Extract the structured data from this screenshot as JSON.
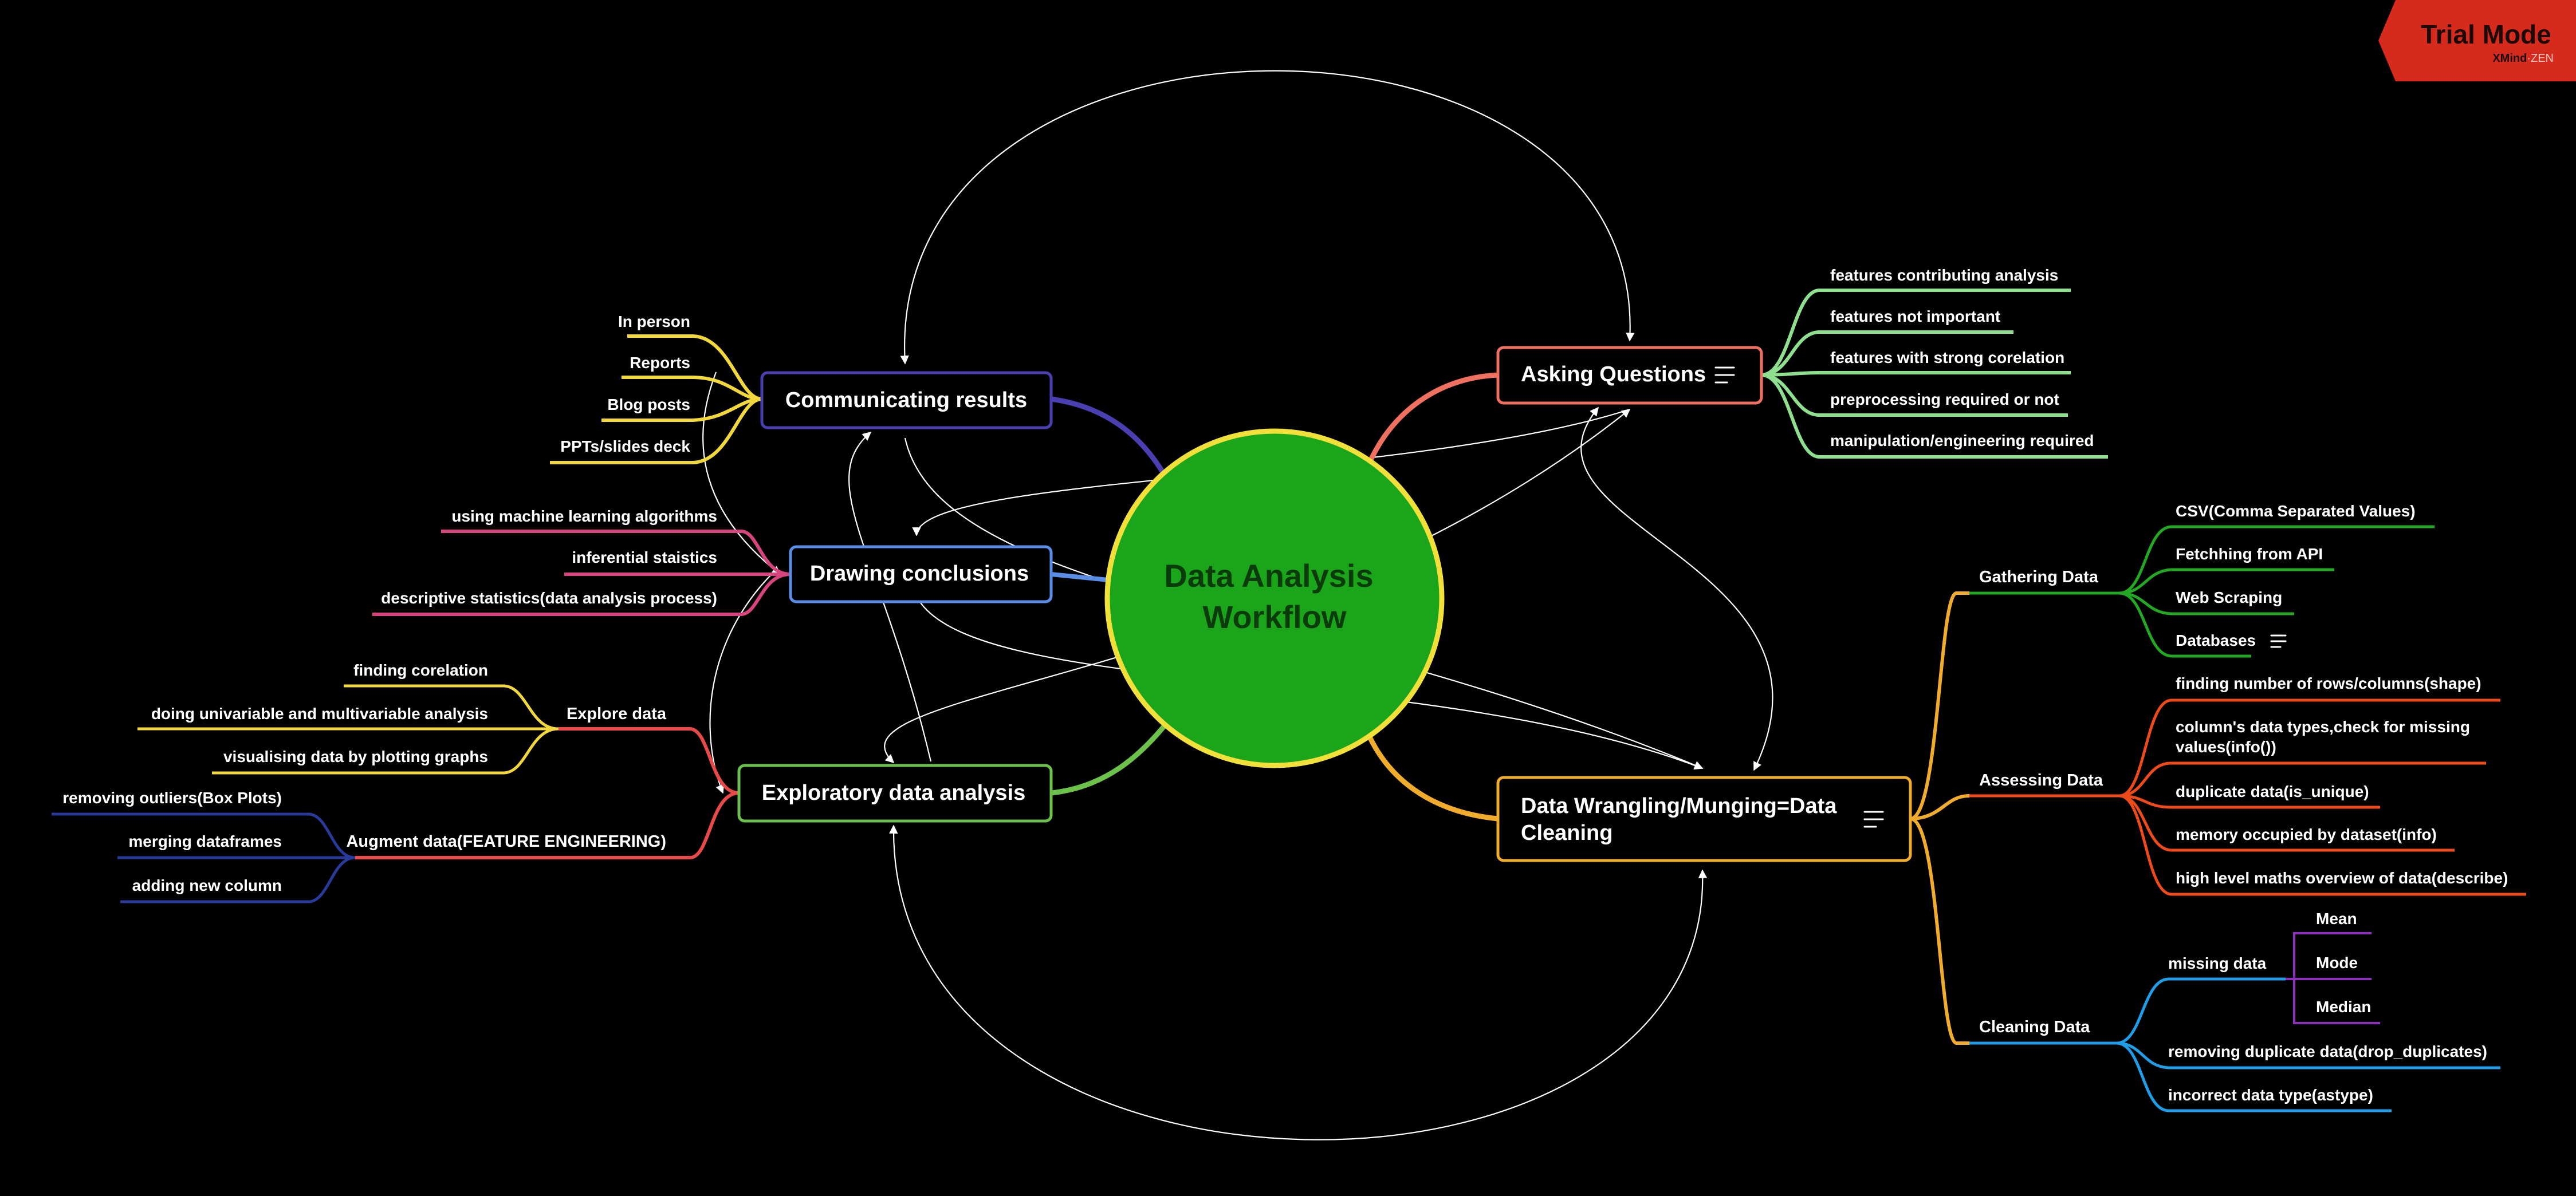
{
  "colors": {
    "background": "#000000",
    "center_fill": "#1aa51a",
    "center_stroke": "#f1e03a",
    "communicating": "#4a3fb0",
    "drawing": "#5a8ee6",
    "exploratory": "#6cc14a",
    "asking": "#f07060",
    "wrangling": "#f0ac2a",
    "gathering": "#22a822",
    "assessing": "#ee4a1a",
    "cleaning": "#1e9ee8",
    "stats_methods": "#8e2fc0",
    "asking_leaves": "#8ee08e",
    "communicating_leaves": "#f2d83a",
    "drawing_leaves": "#d8447e",
    "explore_branch": "#e84a4a",
    "explore_leaves": "#f2d83a",
    "augment_leaves": "#283a9a",
    "trial_badge": "#d52a1c"
  },
  "badge": {
    "title": "Trial Mode",
    "sub_dark": "XMind",
    "sub_light": "ZEN"
  },
  "center": {
    "line1": "Data Analysis",
    "line2": "Workflow"
  },
  "communicating": {
    "title": "Communicating results",
    "leaves": [
      "In person",
      "Reports",
      "Blog posts",
      "PPTs/slides deck"
    ]
  },
  "drawing": {
    "title": "Drawing conclusions",
    "leaves": [
      "using machine learning algorithms",
      "inferential staistics",
      "descriptive statistics(data analysis process)"
    ]
  },
  "exploratory": {
    "title": "Exploratory data analysis",
    "explore": {
      "label": "Explore data",
      "leaves": [
        "finding corelation",
        "doing univariable and multivariable analysis",
        "visualising data by plotting graphs"
      ]
    },
    "augment": {
      "label": "Augment data(FEATURE ENGINEERING)",
      "leaves": [
        "removing outliers(Box Plots)",
        "merging dataframes",
        "adding new column"
      ]
    }
  },
  "asking": {
    "title": "Asking Questions",
    "leaves": [
      "features contributing analysis",
      "features not important",
      "features with strong corelation",
      "preprocessing required or not",
      "manipulation/engineering required"
    ]
  },
  "wrangling": {
    "title_line1": "Data Wrangling/Munging=Data",
    "title_line2": "Cleaning",
    "gathering": {
      "label": "Gathering Data",
      "leaves": [
        "CSV(Comma Separated Values)",
        "Fetchhing from API",
        "Web Scraping",
        "Databases"
      ]
    },
    "assessing": {
      "label": "Assessing Data",
      "leaf1": "finding number of rows/columns(shape)",
      "leaf2_line1": "column's data types,check for missing",
      "leaf2_line2": "values(info())",
      "leaf3": "duplicate data(is_unique)",
      "leaf4": "memory occupied by dataset(info)",
      "leaf5": "high level maths overview of data(describe)"
    },
    "cleaning": {
      "label": "Cleaning Data",
      "missing": {
        "label": "missing data",
        "methods": [
          "Mean",
          "Mode",
          "Median"
        ]
      },
      "leaves": [
        "removing duplicate data(drop_duplicates)",
        "incorrect data type(astype)"
      ]
    }
  }
}
